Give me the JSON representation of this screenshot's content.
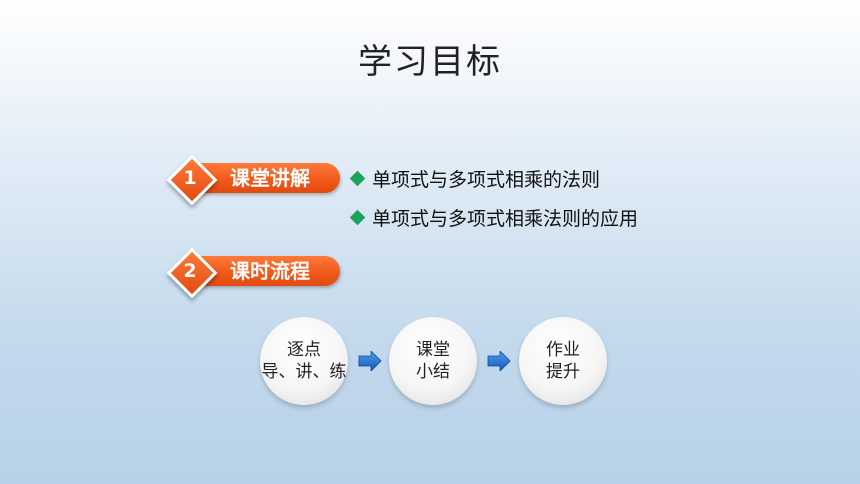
{
  "slide": {
    "title": "学习目标"
  },
  "sections": [
    {
      "number": "1",
      "label": "课堂讲解"
    },
    {
      "number": "2",
      "label": "课时流程"
    }
  ],
  "bullets": [
    "单项式与多项式相乘的法则",
    "单项式与多项式相乘法则的应用"
  ],
  "flow": [
    {
      "line1": "逐点",
      "line2": "导、讲、练"
    },
    {
      "line1": "课堂",
      "line2": "小结"
    },
    {
      "line1": "作业",
      "line2": "提升"
    }
  ],
  "colors": {
    "section_orange": "#f05a1a",
    "bullet_green": "#1aa35a",
    "arrow_blue": "#1f6fd6"
  }
}
